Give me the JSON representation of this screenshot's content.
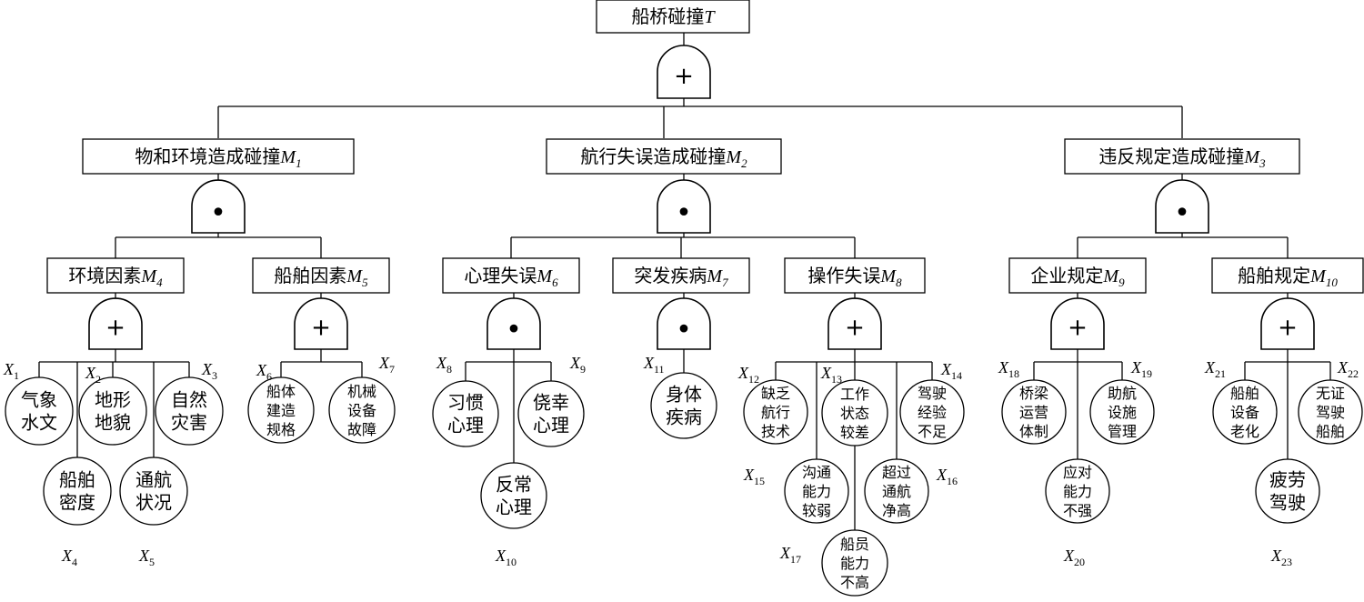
{
  "top": {
    "label": "船桥碰撞",
    "var": "T",
    "sub": ""
  },
  "intermediate": [
    {
      "id": "M1",
      "label": "物和环境造成碰撞",
      "var": "M",
      "sub": "1"
    },
    {
      "id": "M2",
      "label": "航行失误造成碰撞",
      "var": "M",
      "sub": "2"
    },
    {
      "id": "M3",
      "label": "违反规定造成碰撞",
      "var": "M",
      "sub": "3"
    },
    {
      "id": "M4",
      "label": "环境因素",
      "var": "M",
      "sub": "4"
    },
    {
      "id": "M5",
      "label": "船舶因素",
      "var": "M",
      "sub": "5"
    },
    {
      "id": "M6",
      "label": "心理失误",
      "var": "M",
      "sub": "6"
    },
    {
      "id": "M7",
      "label": "突发疾病",
      "var": "M",
      "sub": "7"
    },
    {
      "id": "M8",
      "label": "操作失误",
      "var": "M",
      "sub": "8"
    },
    {
      "id": "M9",
      "label": "企业规定",
      "var": "M",
      "sub": "9"
    },
    {
      "id": "M10",
      "label": "船舶规定",
      "var": "M",
      "sub": "10"
    }
  ],
  "gates": [
    {
      "of": "T",
      "type": "OR",
      "symbol": "+"
    },
    {
      "of": "M1",
      "type": "AND",
      "symbol": "•"
    },
    {
      "of": "M2",
      "type": "AND",
      "symbol": "•"
    },
    {
      "of": "M3",
      "type": "AND",
      "symbol": "•"
    },
    {
      "of": "M4",
      "type": "OR",
      "symbol": "+"
    },
    {
      "of": "M5",
      "type": "OR",
      "symbol": "+"
    },
    {
      "of": "M6",
      "type": "AND",
      "symbol": "•"
    },
    {
      "of": "M7",
      "type": "AND",
      "symbol": "•"
    },
    {
      "of": "M8",
      "type": "OR",
      "symbol": "+"
    },
    {
      "of": "M9",
      "type": "OR",
      "symbol": "+"
    },
    {
      "of": "M10",
      "type": "OR",
      "symbol": "+"
    }
  ],
  "basic_events": [
    {
      "id": "X1",
      "var": "X",
      "sub": "1",
      "lines": [
        "气象",
        "水文"
      ]
    },
    {
      "id": "X2",
      "var": "X",
      "sub": "2",
      "lines": [
        "地形",
        "地貌"
      ]
    },
    {
      "id": "X3",
      "var": "X",
      "sub": "3",
      "lines": [
        "自然",
        "灾害"
      ]
    },
    {
      "id": "X4",
      "var": "X",
      "sub": "4",
      "lines": [
        "船舶",
        "密度"
      ]
    },
    {
      "id": "X5",
      "var": "X",
      "sub": "5",
      "lines": [
        "通航",
        "状况"
      ]
    },
    {
      "id": "X6",
      "var": "X",
      "sub": "6",
      "lines": [
        "船体",
        "建造",
        "规格"
      ]
    },
    {
      "id": "X7",
      "var": "X",
      "sub": "7",
      "lines": [
        "机械",
        "设备",
        "故障"
      ]
    },
    {
      "id": "X8",
      "var": "X",
      "sub": "8",
      "lines": [
        "习惯",
        "心理"
      ]
    },
    {
      "id": "X9",
      "var": "X",
      "sub": "9",
      "lines": [
        "侥幸",
        "心理"
      ]
    },
    {
      "id": "X10",
      "var": "X",
      "sub": "10",
      "lines": [
        "反常",
        "心理"
      ]
    },
    {
      "id": "X11",
      "var": "X",
      "sub": "11",
      "lines": [
        "身体",
        "疾病"
      ]
    },
    {
      "id": "X12",
      "var": "X",
      "sub": "12",
      "lines": [
        "缺乏",
        "航行",
        "技术"
      ]
    },
    {
      "id": "X13",
      "var": "X",
      "sub": "13",
      "lines": [
        "工作",
        "状态",
        "较差"
      ]
    },
    {
      "id": "X14",
      "var": "X",
      "sub": "14",
      "lines": [
        "驾驶",
        "经验",
        "不足"
      ]
    },
    {
      "id": "X15",
      "var": "X",
      "sub": "15",
      "lines": [
        "沟通",
        "能力",
        "较弱"
      ]
    },
    {
      "id": "X16",
      "var": "X",
      "sub": "16",
      "lines": [
        "超过",
        "通航",
        "净高"
      ]
    },
    {
      "id": "X17",
      "var": "X",
      "sub": "17",
      "lines": [
        "船员",
        "能力",
        "不高"
      ]
    },
    {
      "id": "X18",
      "var": "X",
      "sub": "18",
      "lines": [
        "桥梁",
        "运营",
        "体制"
      ]
    },
    {
      "id": "X19",
      "var": "X",
      "sub": "19",
      "lines": [
        "助航",
        "设施",
        "管理"
      ]
    },
    {
      "id": "X20",
      "var": "X",
      "sub": "20",
      "lines": [
        "应对",
        "能力",
        "不强"
      ]
    },
    {
      "id": "X21",
      "var": "X",
      "sub": "21",
      "lines": [
        "船舶",
        "设备",
        "老化"
      ]
    },
    {
      "id": "X22",
      "var": "X",
      "sub": "22",
      "lines": [
        "无证",
        "驾驶",
        "船舶"
      ]
    },
    {
      "id": "X23",
      "var": "X",
      "sub": "23",
      "lines": [
        "疲劳",
        "驾驶"
      ]
    }
  ]
}
